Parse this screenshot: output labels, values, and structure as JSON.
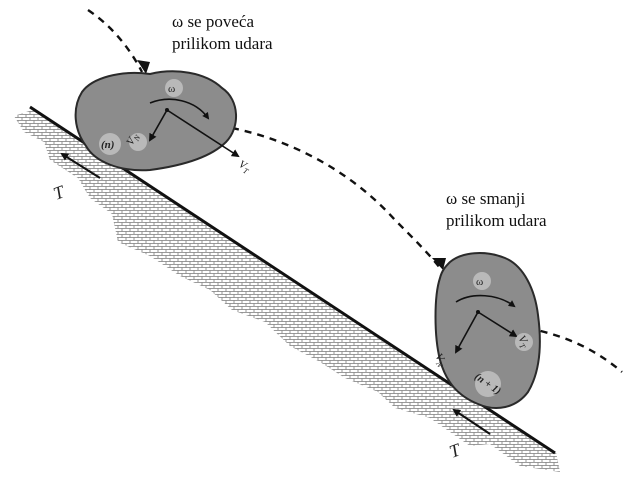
{
  "captions": {
    "top_line1": "ω se poveća",
    "top_line2": "prilikom udara",
    "right_line1": "ω se smanji",
    "right_line2": "prilikom udara"
  },
  "rock1": {
    "omega": "ω",
    "impact": "(n)",
    "vn": "V",
    "vn_sub": "N",
    "vt": "V",
    "vt_sub": "T"
  },
  "rock2": {
    "omega": "ω",
    "impact": "(n + 1)",
    "vn": "V",
    "vn_sub": "N",
    "vt": "V",
    "vt_sub": "T"
  },
  "friction": {
    "upper": "T",
    "lower": "T"
  },
  "colors": {
    "rock_fill": "#8c8c8c",
    "rock_stroke": "#2a2a2a",
    "slope_line": "#111111",
    "hatch": "#6a6a6a",
    "path": "#111111",
    "marker_fill": "#b9b9b9"
  }
}
